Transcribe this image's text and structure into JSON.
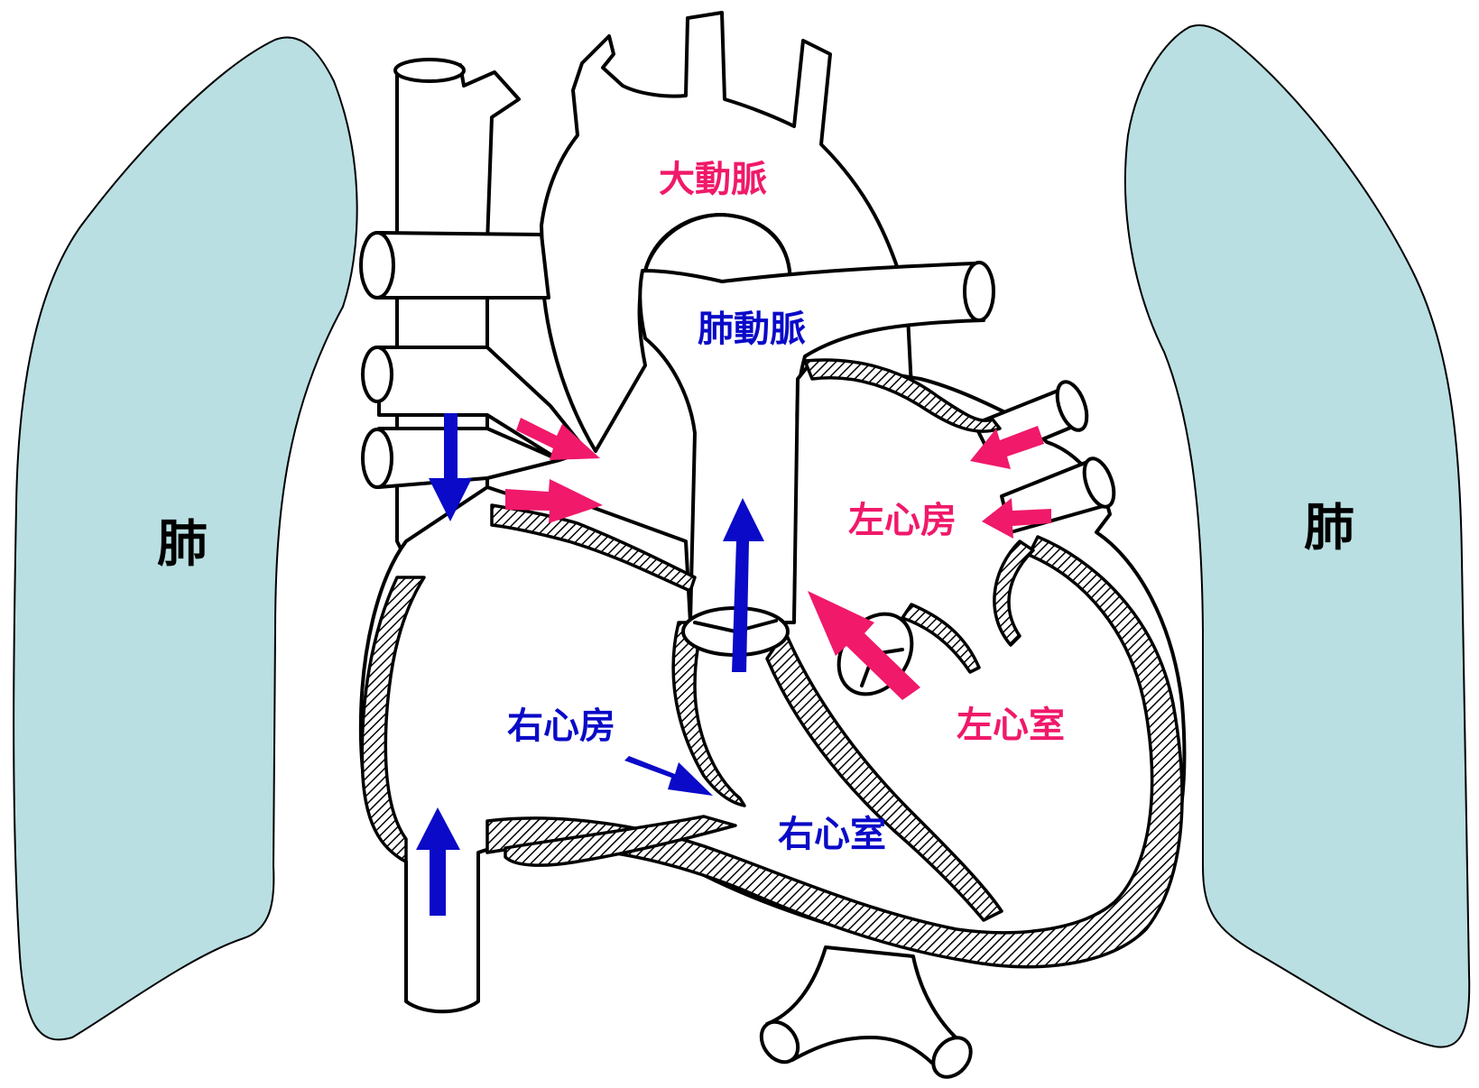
{
  "labels": {
    "lung_left": "肺",
    "lung_right": "肺",
    "aorta": "大動脈",
    "pulmonary_artery": "肺動脈",
    "left_atrium": "左心房",
    "left_ventricle": "左心室",
    "right_atrium": "右心房",
    "right_ventricle": "右心室"
  },
  "colors": {
    "lung_fill": "#b9dfe2",
    "oxygenated_arrow": "#f0196a",
    "deoxygenated_arrow": "#0a0ac8",
    "label_black": "#000000",
    "label_pink": "#f0196a",
    "label_blue": "#0a0ac8"
  },
  "legend_icons": {
    "pink_arrow": "oxygenated-blood-flow-arrow",
    "blue_arrow": "deoxygenated-blood-flow-arrow"
  }
}
